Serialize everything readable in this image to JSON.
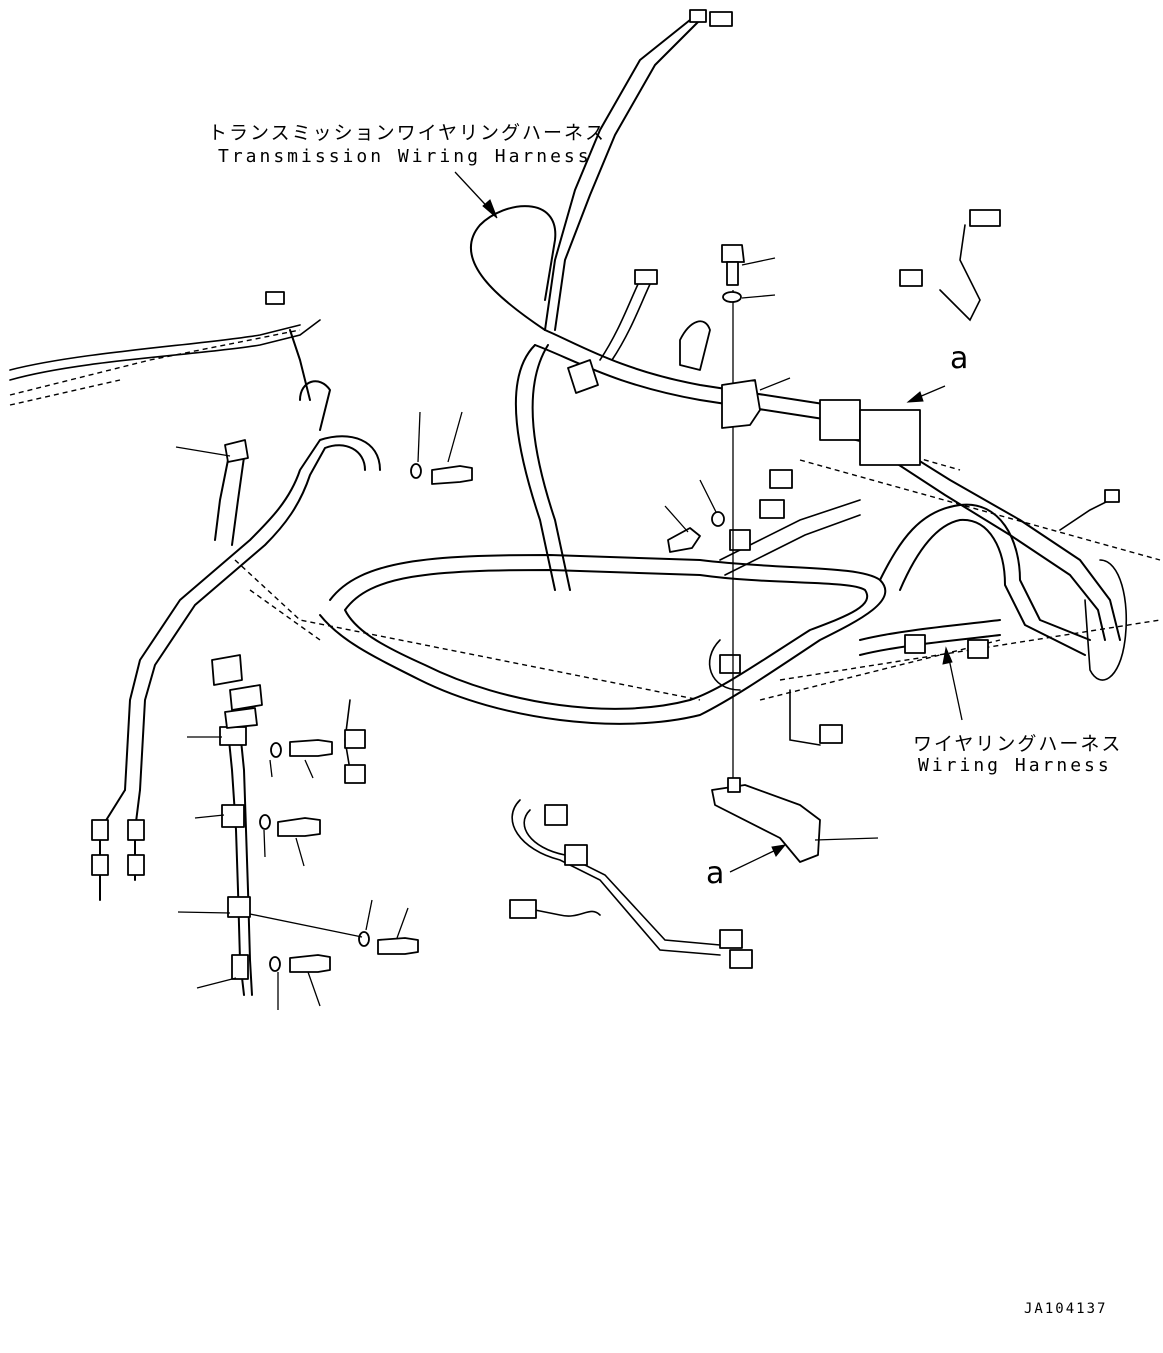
{
  "labels": {
    "transmission_harness_jp": "トランスミッションワイヤリングハーネス",
    "transmission_harness_en": "Transmission Wiring Harness",
    "wiring_harness_jp": "ワイヤリングハーネス",
    "wiring_harness_en": "Wiring Harness",
    "ref_a_top": "a",
    "ref_a_bottom": "a",
    "drawing_code": "JA104137"
  },
  "colors": {
    "line": "#000000",
    "background": "#ffffff"
  }
}
